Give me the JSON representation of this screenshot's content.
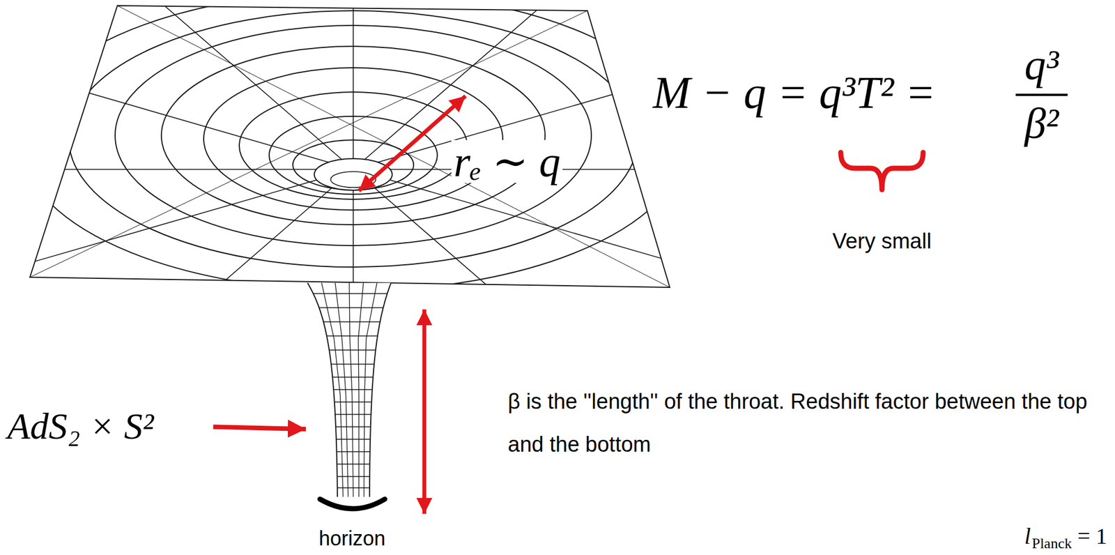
{
  "diagram": {
    "labels": [
      "M − q = q³T² =",
      "q³",
      "β²",
      "rₑ ∼ q",
      "Very small",
      "AdS₂ × S²",
      "β is the ''length'' of the throat. Redshift factor between the top and the bottom",
      "horizon",
      "l",
      "Planck",
      "= 1"
    ]
  }
}
